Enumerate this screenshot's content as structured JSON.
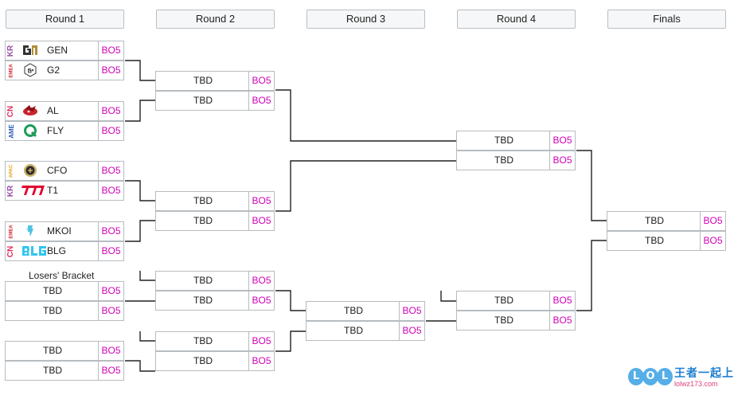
{
  "rounds": [
    "Round 1",
    "Round 2",
    "Round 3",
    "Round 4",
    "Finals"
  ],
  "losers_bracket_label": "Losers' Bracket",
  "format": "BO5",
  "placeholder": "TBD",
  "colors": {
    "format_text": "#d100b8",
    "region_kr": "#9b4fa8",
    "region_emea": "#d6232d",
    "region_cn": "#e0305f",
    "region_americas": "#2b5db8",
    "region_apac": "#e7a21b",
    "connector": "#222222",
    "border": "#b7bcc1"
  },
  "round1": {
    "matches": [
      {
        "teams": [
          {
            "region": "KR",
            "name": "GEN",
            "logo": "gen-logo-icon"
          },
          {
            "region": "EMEA",
            "name": "G2",
            "logo": "g2-logo-icon"
          }
        ]
      },
      {
        "teams": [
          {
            "region": "CN",
            "name": "AL",
            "logo": "al-logo-icon"
          },
          {
            "region": "AME",
            "name": "FLY",
            "logo": "fly-logo-icon"
          }
        ]
      },
      {
        "teams": [
          {
            "region": "APAC",
            "name": "CFO",
            "logo": "cfo-logo-icon"
          },
          {
            "region": "KR",
            "name": "T1",
            "logo": "t1-logo-icon"
          }
        ]
      },
      {
        "teams": [
          {
            "region": "EMEA",
            "name": "MKOI",
            "logo": "mkoi-logo-icon"
          },
          {
            "region": "CN",
            "name": "BLG",
            "logo": "blg-logo-icon"
          }
        ]
      },
      {
        "teams": [
          {
            "name": "TBD"
          },
          {
            "name": "TBD"
          }
        ]
      },
      {
        "teams": [
          {
            "name": "TBD"
          },
          {
            "name": "TBD"
          }
        ]
      }
    ]
  },
  "watermark": {
    "letters": [
      "L",
      "O",
      "L"
    ],
    "brand": "王者一起上",
    "url": "lolwz173.com"
  }
}
